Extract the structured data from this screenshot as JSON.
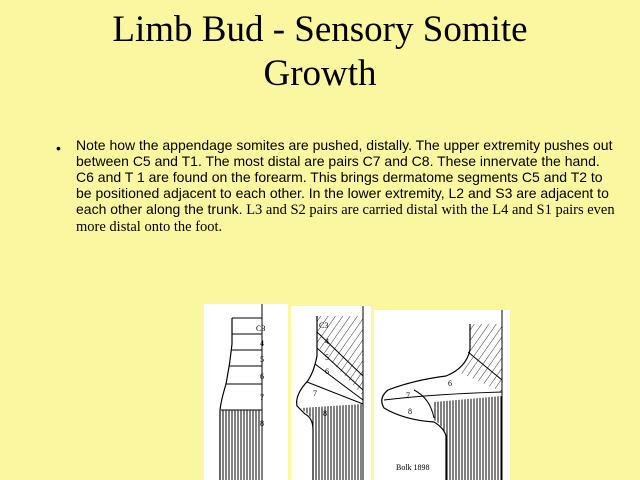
{
  "title": {
    "line1": "Limb Bud  - Sensory Somite",
    "line2": "Growth"
  },
  "bullet": {
    "marker": "•",
    "text_sans": "Note how the appendage somites are pushed, distally.  The upper extremity pushes out between C5 and T1.  The most distal are pairs C7 and C8.  These innervate the hand.  C6 and T 1 are found on the forearm.  This brings dermatome segments C5 and T2 to be positioned adjacent to each other.  In the lower extremity, L2 and S3 are adjacent to each other along the trunk.",
    "text_serif": " L3 and S2 pairs are carried distal with the L4 and S1 pairs even more distal onto the foot."
  },
  "figures": {
    "panel1_labels": [
      "C3",
      "4",
      "5",
      "6",
      "7",
      "8"
    ],
    "panel2_labels": [
      "C3",
      "4",
      "5",
      "6",
      "7",
      "8"
    ],
    "panel3_labels": [
      "6",
      "7",
      "8"
    ],
    "credit": "Bolk  1898"
  }
}
